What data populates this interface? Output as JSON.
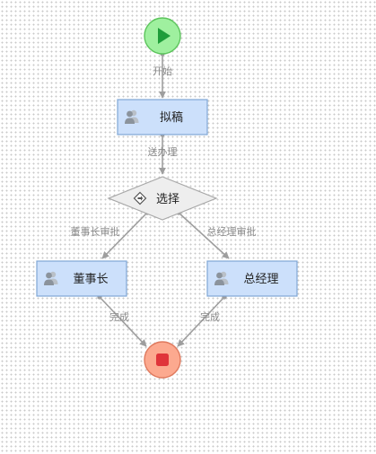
{
  "colors": {
    "task_fill": "#cce0fb",
    "task_stroke": "#7fa6d6",
    "start_fill": "#9ff09f",
    "start_stroke": "#5cc45c",
    "start_icon": "#1f9d3a",
    "end_fill": "#fca98f",
    "end_stroke": "#e07a5e",
    "end_icon": "#e0343a",
    "gateway_fill": "#eeeeee",
    "gateway_stroke": "#a8a8a8",
    "edge": "#9e9e9e"
  },
  "nodes": {
    "start": {
      "kind": "start-event",
      "icon": "play-icon"
    },
    "draft": {
      "kind": "user-task",
      "label": "拟稿",
      "icon": "users-icon"
    },
    "choose": {
      "kind": "exclusive-gateway",
      "label": "选择",
      "icon": "gateway-icon"
    },
    "chairman": {
      "kind": "user-task",
      "label": "董事长",
      "icon": "users-icon"
    },
    "gm": {
      "kind": "user-task",
      "label": "总经理",
      "icon": "users-icon"
    },
    "end": {
      "kind": "end-event",
      "icon": "stop-icon"
    }
  },
  "edges": {
    "start_draft": {
      "label": "开始"
    },
    "draft_choose": {
      "label": "送办理"
    },
    "choose_chairman": {
      "label": "董事长审批"
    },
    "choose_gm": {
      "label": "总经理审批"
    },
    "chairman_end": {
      "label": "完成"
    },
    "gm_end": {
      "label": "完成"
    }
  }
}
